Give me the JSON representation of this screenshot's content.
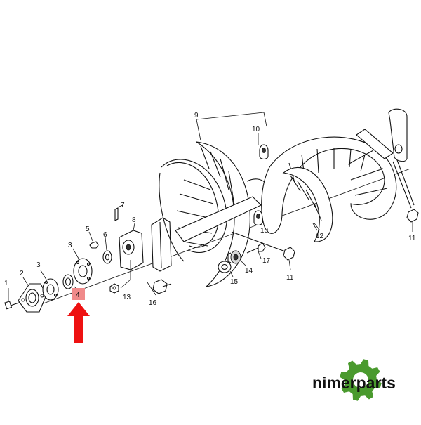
{
  "diagram": {
    "callouts": {
      "n1": "1",
      "n2": "2",
      "n3a": "3",
      "n3b": "3",
      "n4": "4",
      "n5": "5",
      "n6": "6",
      "n7": "7",
      "n8": "8",
      "n9": "9",
      "n10a": "10",
      "n10b": "10",
      "n11a": "11",
      "n11b": "11",
      "n12": "12",
      "n13": "13",
      "n14": "14",
      "n15": "15",
      "n16": "16",
      "n17": "17"
    },
    "highlight_color": "#f08a8a",
    "arrow_color": "#ee1111"
  },
  "brand": {
    "name": "nimerparts",
    "gear_color": "#4a9a2e",
    "text_color": "#111111"
  }
}
